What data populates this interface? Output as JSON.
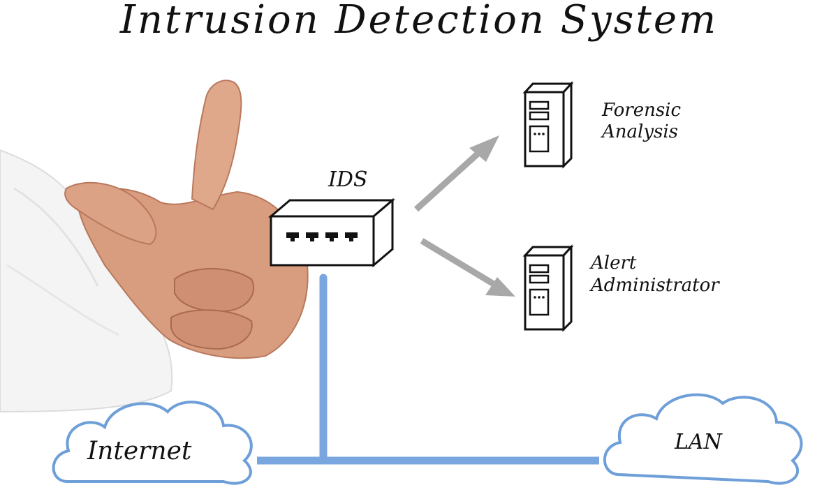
{
  "title": "Intrusion Detection System",
  "nodes": {
    "ids": "IDS",
    "forensic_line1": "Forensic",
    "forensic_line2": "Analysis",
    "alert_line1": "Alert",
    "alert_line2": "Administrator",
    "internet": "Internet",
    "lan": "LAN"
  },
  "colors": {
    "network_line": "#7aa6e0",
    "cloud_stroke": "#6e9fd8",
    "arrow": "#a8a8a8",
    "ink": "#111111",
    "skin": "#d9987a",
    "shirt": "#f2f2f2"
  }
}
